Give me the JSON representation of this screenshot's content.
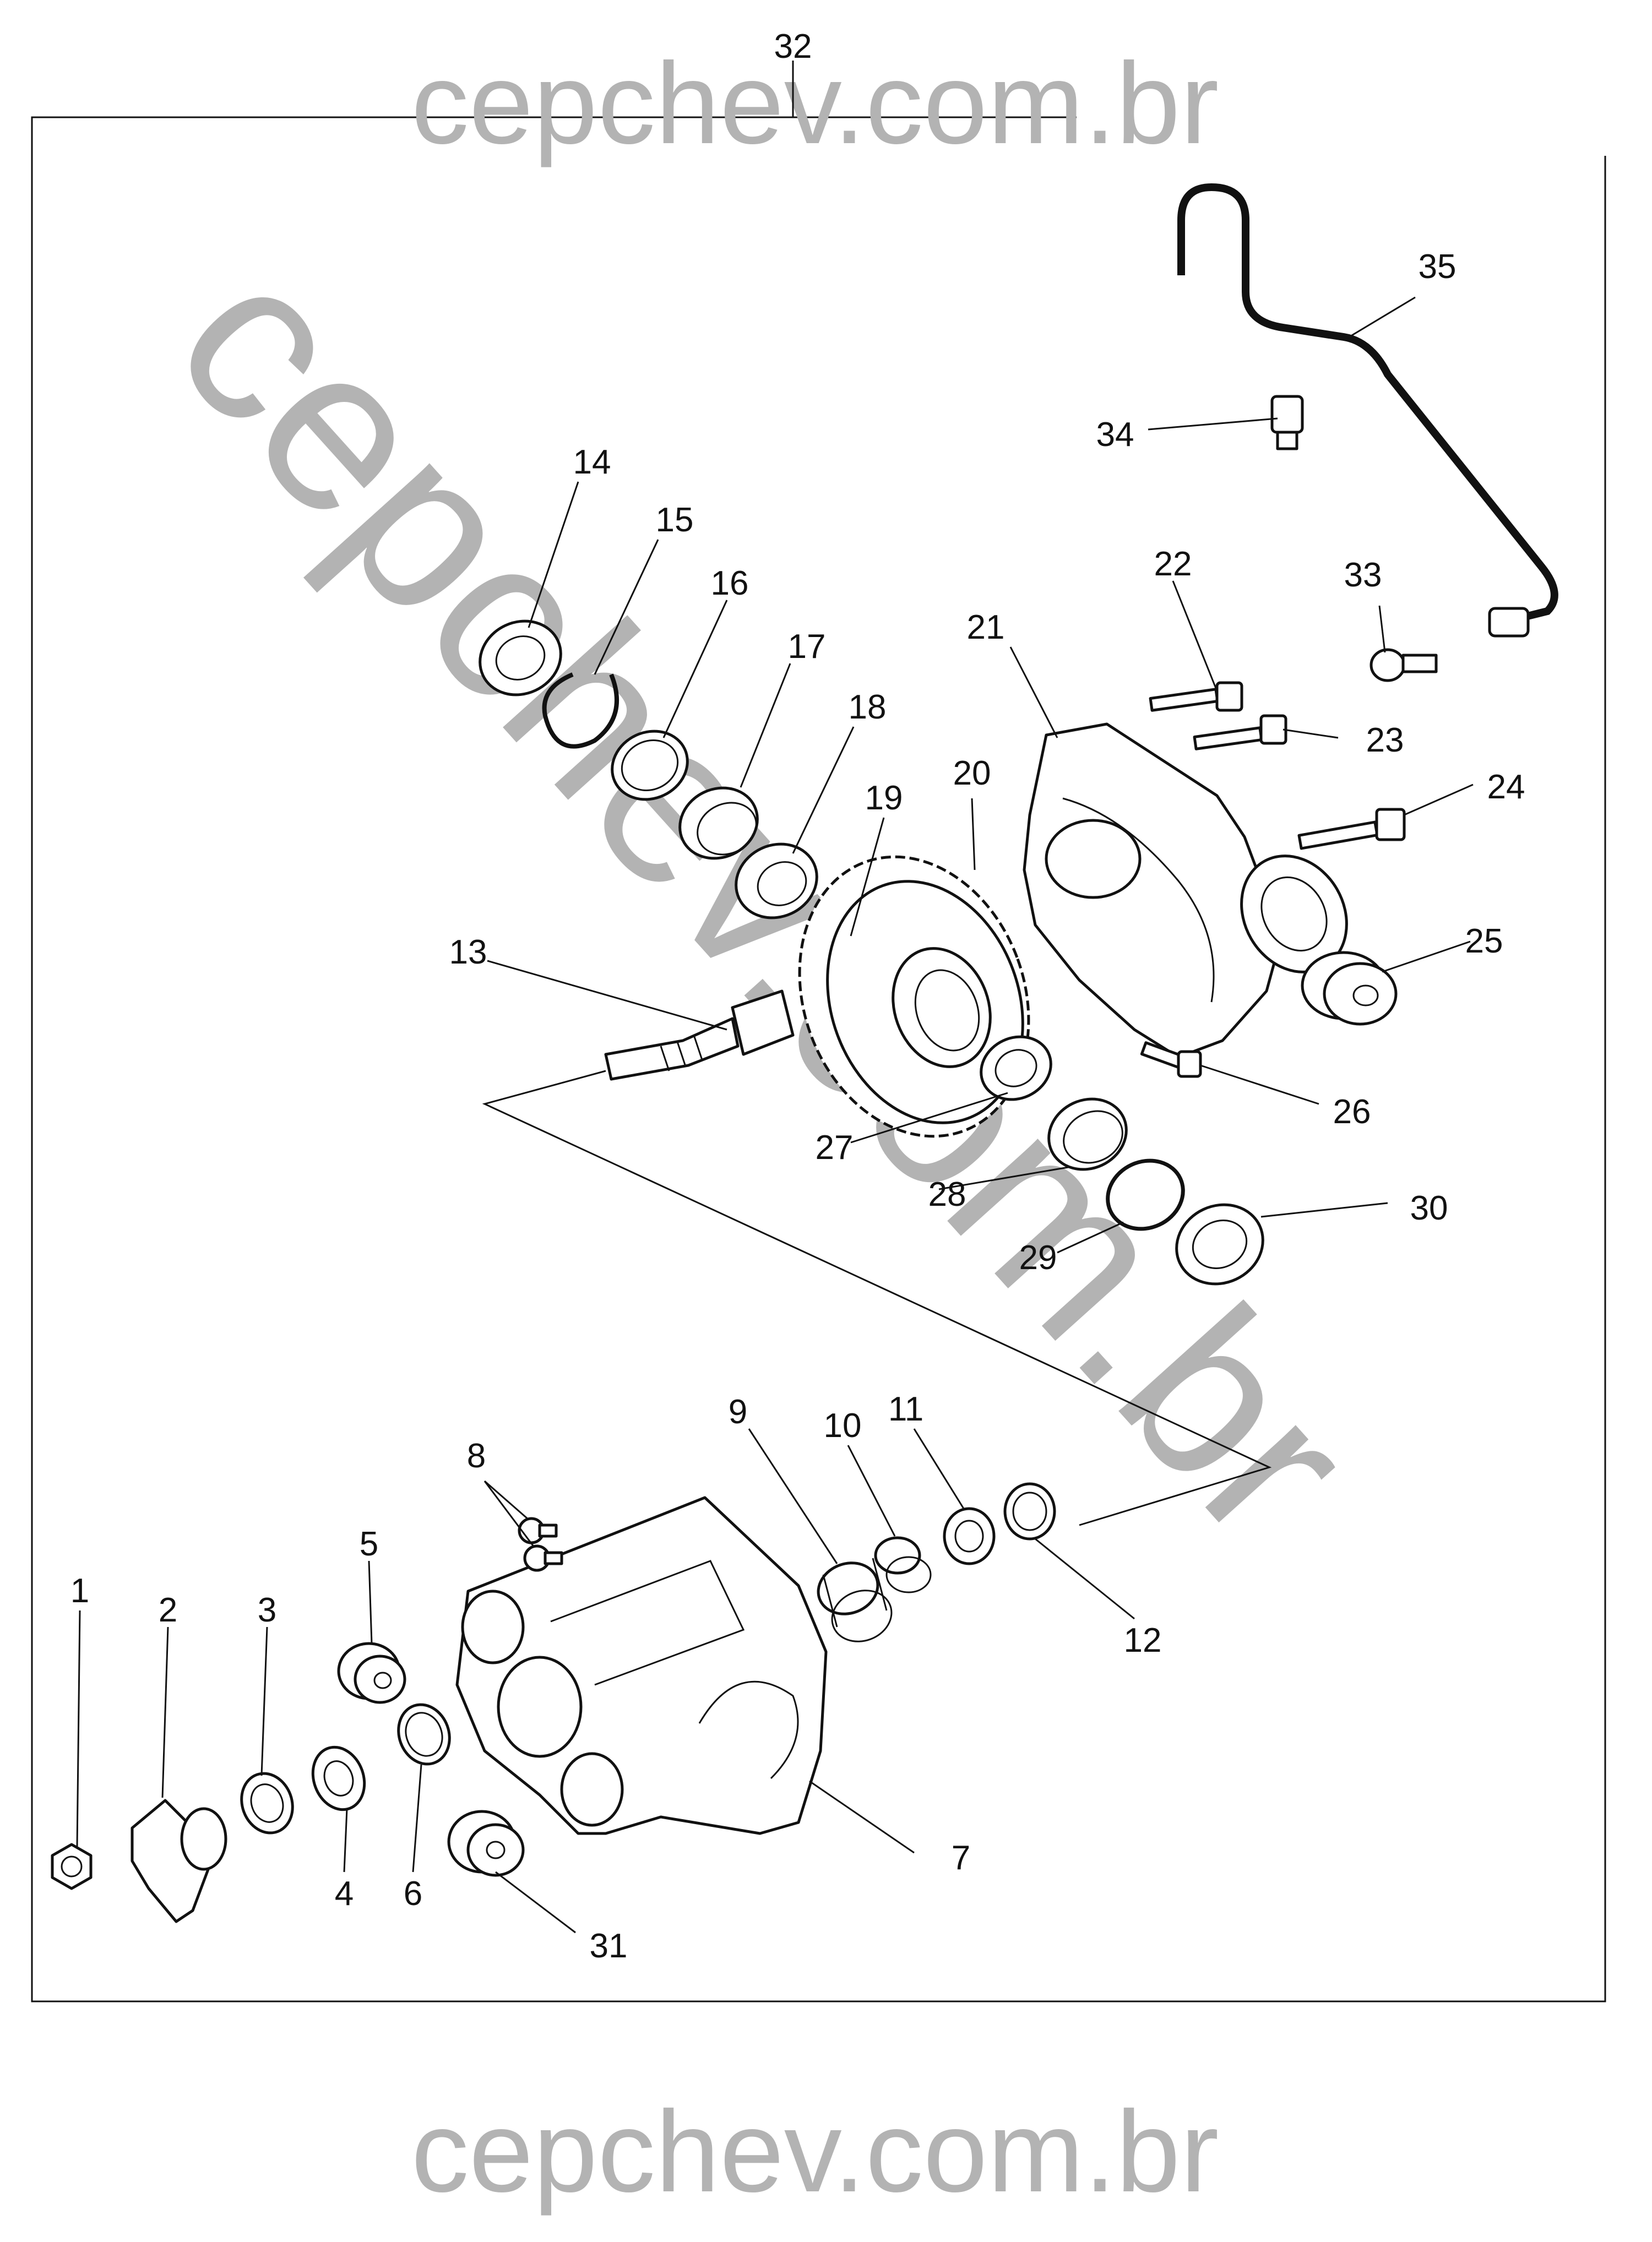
{
  "watermark": {
    "text": "cepchev.com.br",
    "color": "#b3b3b3"
  },
  "callouts": [
    "1",
    "2",
    "3",
    "4",
    "5",
    "6",
    "7",
    "8",
    "9",
    "10",
    "11",
    "12",
    "13",
    "14",
    "15",
    "16",
    "17",
    "18",
    "19",
    "20",
    "21",
    "22",
    "23",
    "24",
    "25",
    "26",
    "27",
    "28",
    "29",
    "30",
    "31",
    "32",
    "33",
    "34",
    "35"
  ]
}
